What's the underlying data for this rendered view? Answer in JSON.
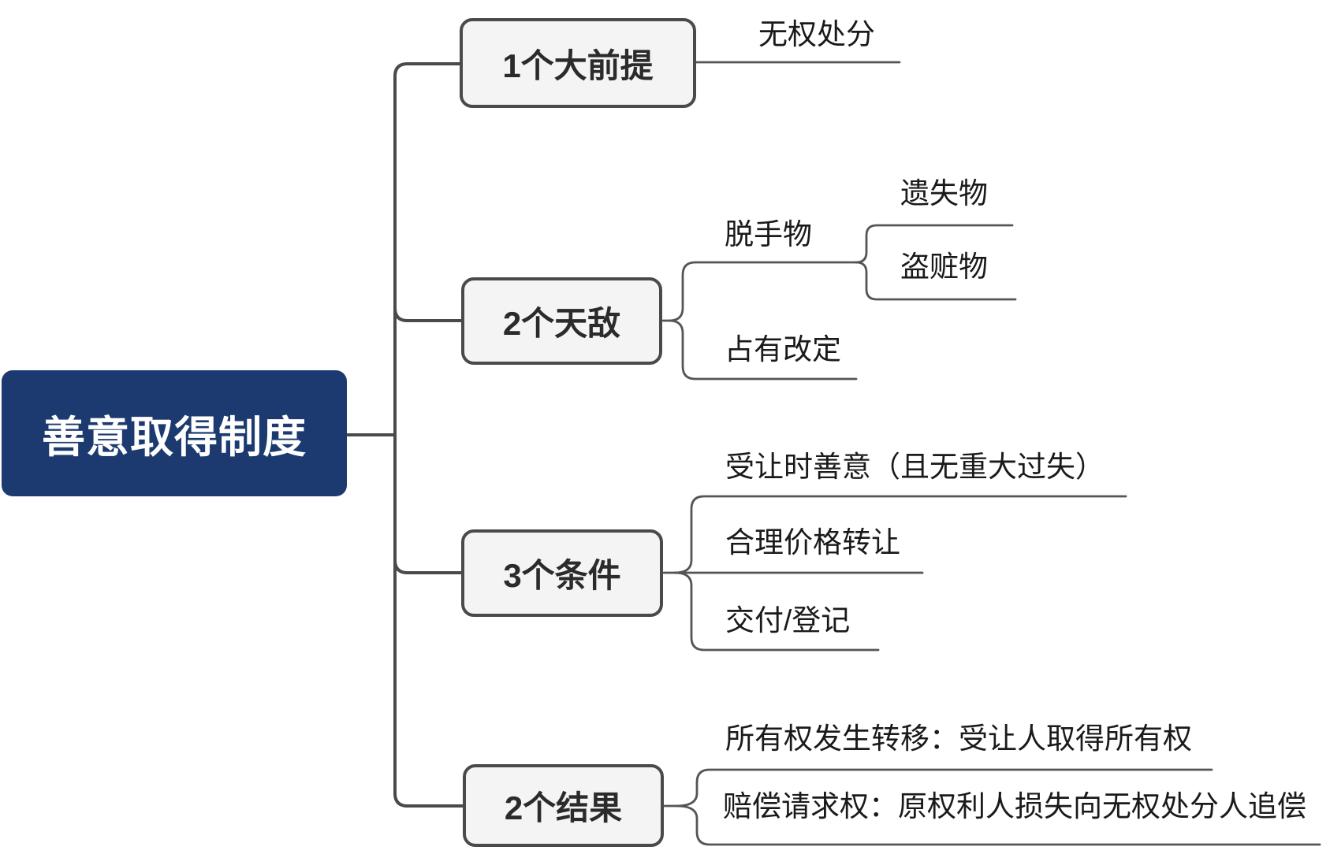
{
  "meta": {
    "diagram_type": "mindmap",
    "title": "善意取得制度"
  },
  "colors": {
    "root_fill": "#1c3a70",
    "root_text": "#ffffff",
    "branch_fill": "#f4f4f4",
    "branch_border": "#4a4a4a",
    "connector": "#4a4a4a",
    "child_line": "#555555",
    "child_text": "#1a1a1a",
    "background": "#ffffff"
  },
  "root": {
    "label": "善意取得制度"
  },
  "branches": [
    {
      "label": "1个大前提",
      "children": [
        {
          "label": "无权处分"
        }
      ]
    },
    {
      "label": "2个天敌",
      "children": [
        {
          "label": "脱手物",
          "children": [
            {
              "label": "遗失物"
            },
            {
              "label": "盗赃物"
            }
          ]
        },
        {
          "label": "占有改定"
        }
      ]
    },
    {
      "label": "3个条件",
      "children": [
        {
          "label": "受让时善意（且无重大过失）"
        },
        {
          "label": "合理价格转让"
        },
        {
          "label": "交付/登记"
        }
      ]
    },
    {
      "label": "2个结果",
      "children": [
        {
          "label": "所有权发生转移：受让人取得所有权"
        },
        {
          "label": "赔偿请求权：原权利人损失向无权处分人追偿"
        }
      ]
    }
  ]
}
